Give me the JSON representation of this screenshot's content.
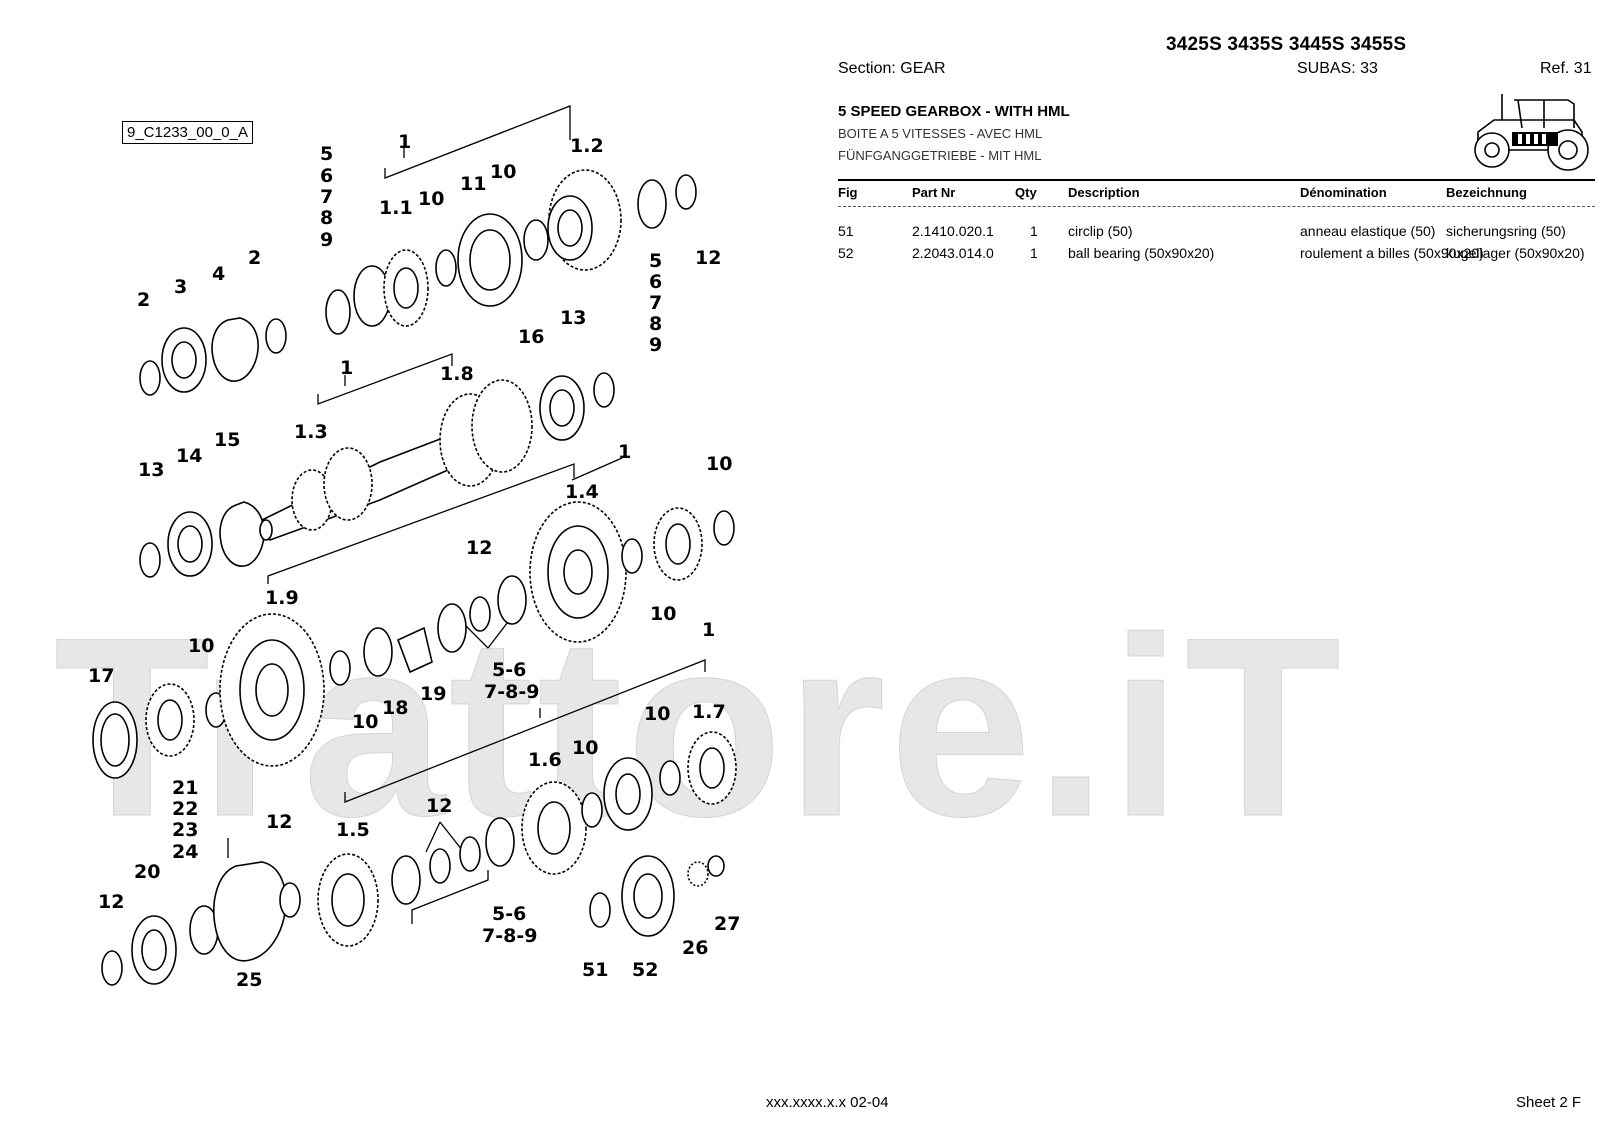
{
  "header": {
    "models": "3425S 3435S 3445S 3455S",
    "section": "Section: GEAR",
    "subas": "SUBAS: 33",
    "ref": "Ref. 31",
    "title": "5 SPEED GEARBOX - WITH HML",
    "subtitle_fr": "BOITE A 5 VITESSES - AVEC HML",
    "subtitle_de": "FÜNFGANGGETRIEBE - MIT HML"
  },
  "table": {
    "columns": [
      "Fig",
      "Part Nr",
      "Qty",
      "Description",
      "Dénomination",
      "Bezeichnung"
    ],
    "rows": [
      [
        "51",
        "2.1410.020.1",
        "1",
        "circlip (50)",
        "anneau elastique (50)",
        "sicherungsring (50)"
      ],
      [
        "52",
        "2.2043.014.0",
        "1",
        "ball bearing (50x90x20)",
        "roulement a billes (50x90x20)",
        "kugellager (50x90x20)"
      ]
    ]
  },
  "diagram": {
    "reference_code": "9_C1233_00_0_A",
    "labels": [
      "1",
      "1",
      "1",
      "1",
      "1.1",
      "1.2",
      "1.3",
      "1.4",
      "1.5",
      "1.6",
      "1.7",
      "1.8",
      "1.9",
      "2",
      "2",
      "3",
      "4",
      "5",
      "6",
      "7",
      "8",
      "9",
      "5",
      "6",
      "7",
      "8",
      "9",
      "10",
      "10",
      "10",
      "10",
      "10",
      "10",
      "10",
      "11",
      "12",
      "12",
      "12",
      "12",
      "12",
      "13",
      "13",
      "14",
      "15",
      "16",
      "17",
      "18",
      "19",
      "20",
      "21",
      "22",
      "23",
      "24",
      "25",
      "26",
      "27",
      "51",
      "52",
      "5-6",
      "7-8-9",
      "5-6",
      "7-8-9"
    ]
  },
  "watermark": "Trattore.iT",
  "footer": {
    "code": "xxx.xxxx.x.x  02-04",
    "sheet": "Sheet 2 F"
  }
}
